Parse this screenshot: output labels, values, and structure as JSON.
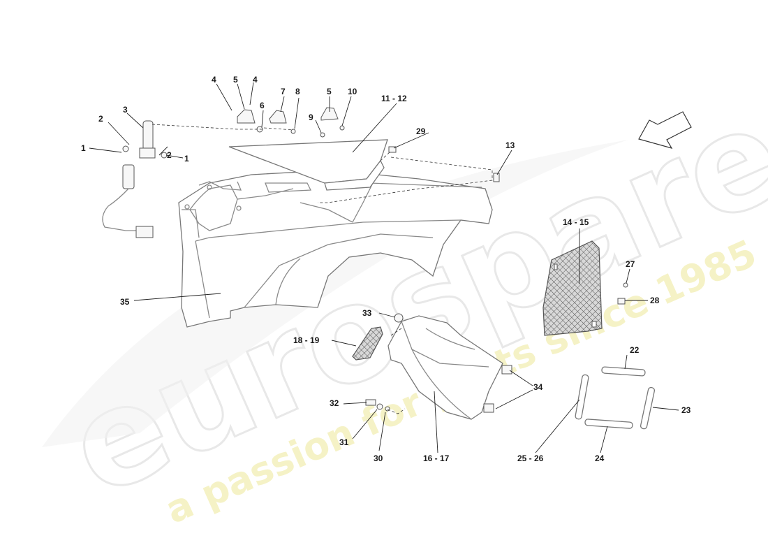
{
  "watermark": {
    "brand": "eurospares",
    "tagline": "a passion for parts since 1985"
  },
  "callouts": [
    {
      "id": "c1a",
      "text": "1"
    },
    {
      "id": "c1b",
      "text": "1"
    },
    {
      "id": "c2a",
      "text": "2"
    },
    {
      "id": "c2b",
      "text": "2"
    },
    {
      "id": "c3",
      "text": "3"
    },
    {
      "id": "c4a",
      "text": "4"
    },
    {
      "id": "c4b",
      "text": "4"
    },
    {
      "id": "c5a",
      "text": "5"
    },
    {
      "id": "c5b",
      "text": "5"
    },
    {
      "id": "c6",
      "text": "6"
    },
    {
      "id": "c7",
      "text": "7"
    },
    {
      "id": "c8",
      "text": "8"
    },
    {
      "id": "c9",
      "text": "9"
    },
    {
      "id": "c10",
      "text": "10"
    },
    {
      "id": "c1112",
      "text": "11 - 12"
    },
    {
      "id": "c13",
      "text": "13"
    },
    {
      "id": "c1415",
      "text": "14 - 15"
    },
    {
      "id": "c1617",
      "text": "16 - 17"
    },
    {
      "id": "c1819",
      "text": "18 - 19"
    },
    {
      "id": "c22",
      "text": "22"
    },
    {
      "id": "c23",
      "text": "23"
    },
    {
      "id": "c24",
      "text": "24"
    },
    {
      "id": "c2526",
      "text": "25 - 26"
    },
    {
      "id": "c27",
      "text": "27"
    },
    {
      "id": "c28",
      "text": "28"
    },
    {
      "id": "c29",
      "text": "29"
    },
    {
      "id": "c30",
      "text": "30"
    },
    {
      "id": "c31",
      "text": "31"
    },
    {
      "id": "c32",
      "text": "32"
    },
    {
      "id": "c33",
      "text": "33"
    },
    {
      "id": "c34",
      "text": "34"
    },
    {
      "id": "c35",
      "text": "35"
    }
  ]
}
